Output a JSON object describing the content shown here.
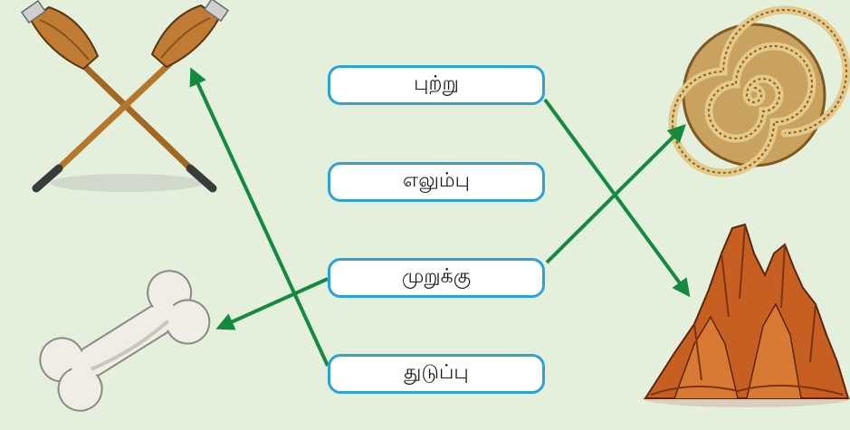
{
  "words": [
    {
      "id": "putru",
      "label": "புற்று"
    },
    {
      "id": "elumbu",
      "label": "எலும்பு"
    },
    {
      "id": "murukku",
      "label": "முறுக்கு"
    },
    {
      "id": "thudupu",
      "label": "துடுப்பு"
    }
  ],
  "pictures": [
    "crossed-oars-icon",
    "bone-icon",
    "murukku-snack-icon",
    "anthill-icon"
  ],
  "colors": {
    "background": "#e4efdc",
    "box_border": "#2aa3dc",
    "arrow": "#138a3f"
  },
  "matches": [
    {
      "word": "putru",
      "picture": "anthill-icon"
    },
    {
      "word": "murukku",
      "picture": "murukku-snack-icon"
    },
    {
      "word": "murukku",
      "picture": "bone-icon"
    },
    {
      "word": "thudupu",
      "picture": "crossed-oars-icon"
    }
  ]
}
